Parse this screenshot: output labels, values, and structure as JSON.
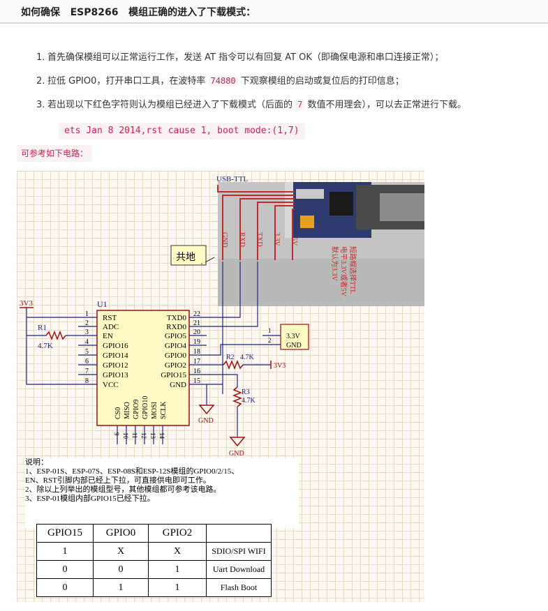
{
  "header": {
    "title": "如何确保   ESP8266   模组正确的进入了下载模式："
  },
  "steps": [
    {
      "num": "1.",
      "text": "首先确保模组可以正常运行工作，发送 AT 指令可以有回复 AT OK（即确保电源和串口连接正常）；"
    },
    {
      "num": "2.",
      "text_before": "拉低 GPIO0，打开串口工具，在波特率 ",
      "code": "74880",
      "text_after": " 下观察模组的启动或复位后的打印信息；"
    },
    {
      "num": "3.",
      "text_before": "若出现以下红色字符则认为模组已经进入了下载模式（后面的 ",
      "code": "7",
      "text_after": " 数值不用理会），可以去正常进行下载。"
    }
  ],
  "code_block": "ets Jan 8 2014,rst cause 1, boot mode:(1,7)",
  "note": "可参考如下电路：",
  "schematic": {
    "usb_ttl_label": "USB-TTL",
    "ttl_pins": [
      "GND",
      "RXD",
      "TXD",
      "3.3V",
      "5V"
    ],
    "shared_ground_label": "共地",
    "photo_annotation_col1": "短路帽选择TTL",
    "photo_annotation_col2": "电平3.3V或者5V",
    "photo_annotation_col3": "默认为3.3V",
    "supply_label": "3V3",
    "u1_label": "U1",
    "r1_label": "R1",
    "r1_value": "4.7K",
    "r2_label": "R2",
    "r2_value": "4.7K",
    "r3_label": "R3",
    "r3_value": "4.7K",
    "r2_supply": "3V3",
    "gnd_label": "GND",
    "left_pins": [
      {
        "num": "1",
        "name": "RST"
      },
      {
        "num": "2",
        "name": "ADC"
      },
      {
        "num": "3",
        "name": "EN"
      },
      {
        "num": "4",
        "name": "GPIO16"
      },
      {
        "num": "5",
        "name": "GPIO14"
      },
      {
        "num": "6",
        "name": "GPIO12"
      },
      {
        "num": "7",
        "name": "GPIO13"
      },
      {
        "num": "8",
        "name": "VCC"
      }
    ],
    "right_pins": [
      {
        "num": "22",
        "name": "TXD0"
      },
      {
        "num": "21",
        "name": "RXD0"
      },
      {
        "num": "20",
        "name": "GPIO5"
      },
      {
        "num": "19",
        "name": "GPIO4"
      },
      {
        "num": "18",
        "name": "GPIO0"
      },
      {
        "num": "17",
        "name": "GPIO2"
      },
      {
        "num": "16",
        "name": "GPIO15"
      },
      {
        "num": "15",
        "name": "GND"
      }
    ],
    "bottom_pins": [
      {
        "num": "9",
        "name": "CS0"
      },
      {
        "num": "10",
        "name": "MISO"
      },
      {
        "num": "11",
        "name": "GPIO9"
      },
      {
        "num": "12",
        "name": "GPIO10"
      },
      {
        "num": "13",
        "name": "MOSI"
      },
      {
        "num": "14",
        "name": "SCLK"
      }
    ],
    "switch_pin1": "1",
    "switch_pin2": "2",
    "switch_label_top": "3.3V",
    "switch_label_bottom": "GND"
  },
  "description": [
    "说明：",
    "1、ESP-01S、ESP-07S、ESP-08S和ESP-12S模组的GPIO0/2/15、",
    "EN、RST引脚内部已经上下拉，可直接供电即可工作。",
    "2、除以上列举出的模组型号，其他模组都可参考该电路。",
    "3、ESP-01模组内部GPIO15已经下拉。"
  ],
  "boot_table": {
    "headers": [
      "GPIO15",
      "GPIO0",
      "GPIO2",
      ""
    ],
    "rows": [
      [
        "1",
        "X",
        "X",
        "SDIO/SPI WIFI"
      ],
      [
        "0",
        "0",
        "1",
        "Uart Download"
      ],
      [
        "0",
        "1",
        "1",
        "Flash Boot"
      ]
    ]
  }
}
